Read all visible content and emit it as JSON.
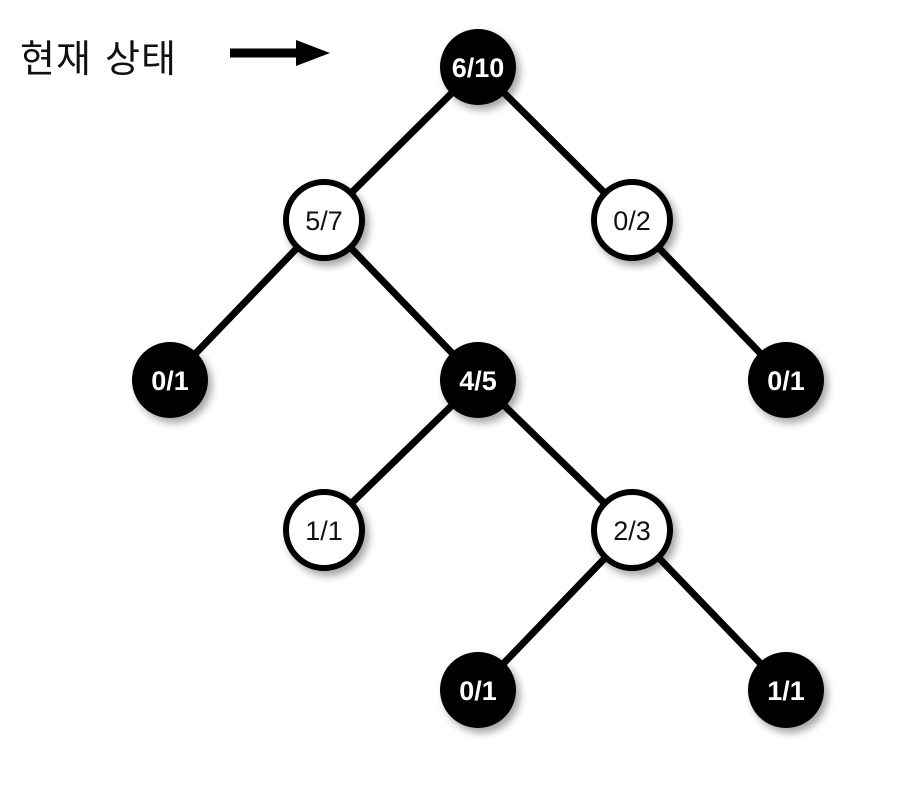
{
  "annotation": {
    "label": "현재 상태"
  },
  "colors": {
    "dark_node": "#000000",
    "light_node": "#ffffff",
    "edge": "#000000"
  },
  "tree": {
    "nodes": [
      {
        "id": "root",
        "label": "6/10",
        "style": "dark"
      },
      {
        "id": "n-5-7",
        "label": "5/7",
        "style": "light"
      },
      {
        "id": "n-0-2",
        "label": "0/2",
        "style": "light"
      },
      {
        "id": "n-0-1-a",
        "label": "0/1",
        "style": "dark"
      },
      {
        "id": "n-4-5",
        "label": "4/5",
        "style": "dark"
      },
      {
        "id": "n-0-1-b",
        "label": "0/1",
        "style": "dark"
      },
      {
        "id": "n-1-1-a",
        "label": "1/1",
        "style": "light"
      },
      {
        "id": "n-2-3",
        "label": "2/3",
        "style": "light"
      },
      {
        "id": "n-0-1-c",
        "label": "0/1",
        "style": "dark"
      },
      {
        "id": "n-1-1-b",
        "label": "1/1",
        "style": "dark"
      }
    ],
    "edges": [
      [
        "root",
        "n-5-7"
      ],
      [
        "root",
        "n-0-2"
      ],
      [
        "n-5-7",
        "n-0-1-a"
      ],
      [
        "n-5-7",
        "n-4-5"
      ],
      [
        "n-0-2",
        "n-0-1-b"
      ],
      [
        "n-4-5",
        "n-1-1-a"
      ],
      [
        "n-4-5",
        "n-2-3"
      ],
      [
        "n-2-3",
        "n-0-1-c"
      ],
      [
        "n-2-3",
        "n-1-1-b"
      ]
    ]
  }
}
